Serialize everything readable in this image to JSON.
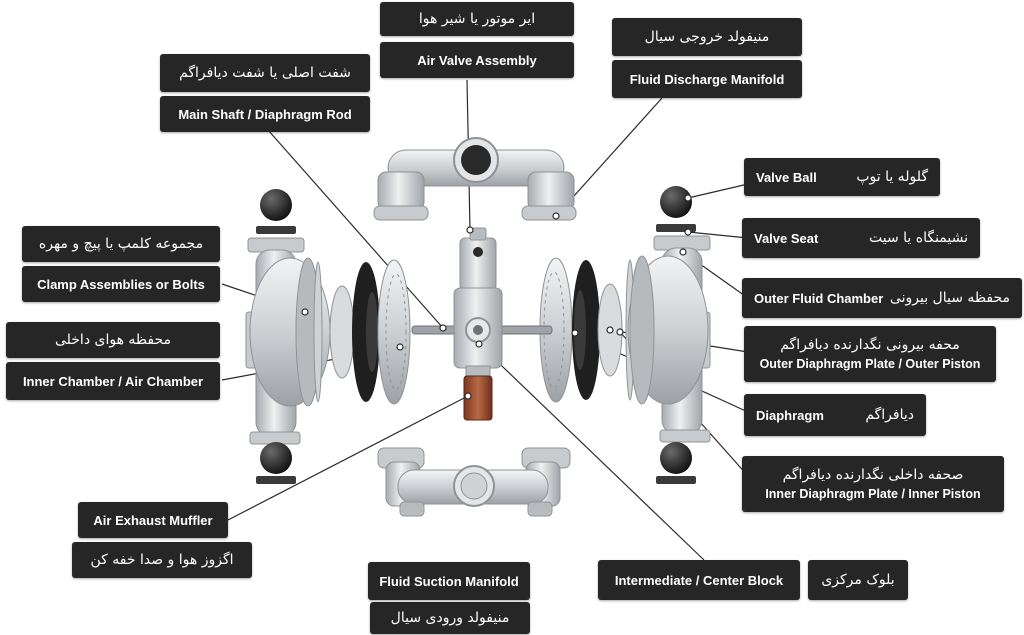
{
  "parts": {
    "air_valve": {
      "fa": "ایر موتور یا شیر هوا",
      "en": "Air Valve Assembly"
    },
    "discharge": {
      "fa": "منیفولد خروجی سیال",
      "en": "Fluid Discharge Manifold"
    },
    "main_shaft": {
      "fa": "شفت اصلی یا شفت دیافراگم",
      "en": "Main Shaft / Diaphragm Rod"
    },
    "valve_ball": {
      "fa": "گلوله یا توپ",
      "en": "Valve Ball"
    },
    "valve_seat": {
      "fa": "نشیمنگاه یا سیت",
      "en": "Valve Seat"
    },
    "clamp": {
      "fa": "مجموعه کلمپ یا پیچ و مهره",
      "en": "Clamp Assemblies or Bolts"
    },
    "outer_chamber": {
      "fa": "محفظه سیال بیرونی",
      "en": "Outer Fluid Chamber"
    },
    "inner_chamber": {
      "fa": "محفظه هوای داخلی",
      "en": "Inner Chamber / Air Chamber"
    },
    "outer_plate": {
      "fa": "محفه بیرونی نگدارنده دیافراگم",
      "en": "Outer Diaphragm Plate / Outer Piston"
    },
    "diaphragm": {
      "fa": "دیافراگم",
      "en": "Diaphragm"
    },
    "inner_plate": {
      "fa": "صحفه داخلی نگدارنده دیافراگم",
      "en": "Inner Diaphragm Plate / Inner Piston"
    },
    "muffler": {
      "fa": "اگزوز هوا و صدا خفه کن",
      "en": "Air Exhaust Muffler"
    },
    "suction": {
      "fa": "منیفولد ورودی سیال",
      "en": "Fluid Suction Manifold"
    },
    "center_block": {
      "fa": "بلوک مرکزی",
      "en": "Intermediate / Center Block"
    }
  },
  "colors": {
    "label_bg": "#262626",
    "label_text": "#ffffff",
    "metal": "#d4d6d8",
    "metal_dark": "#8f9397",
    "rubber": "#1f1f1f",
    "muffler": "#9a4a2e"
  }
}
